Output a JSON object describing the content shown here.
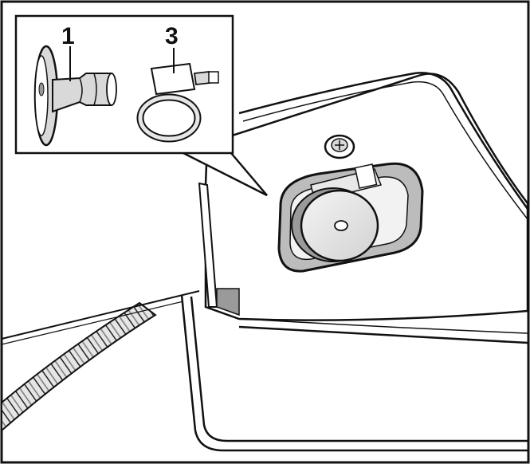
{
  "callouts": [
    {
      "id": "1",
      "text": "1"
    },
    {
      "id": "3",
      "text": "3"
    }
  ],
  "colors": {
    "line": "#111111",
    "fill": "#ffffff",
    "shade": "#d9d9d9",
    "dark_shade": "#9a9a9a"
  }
}
